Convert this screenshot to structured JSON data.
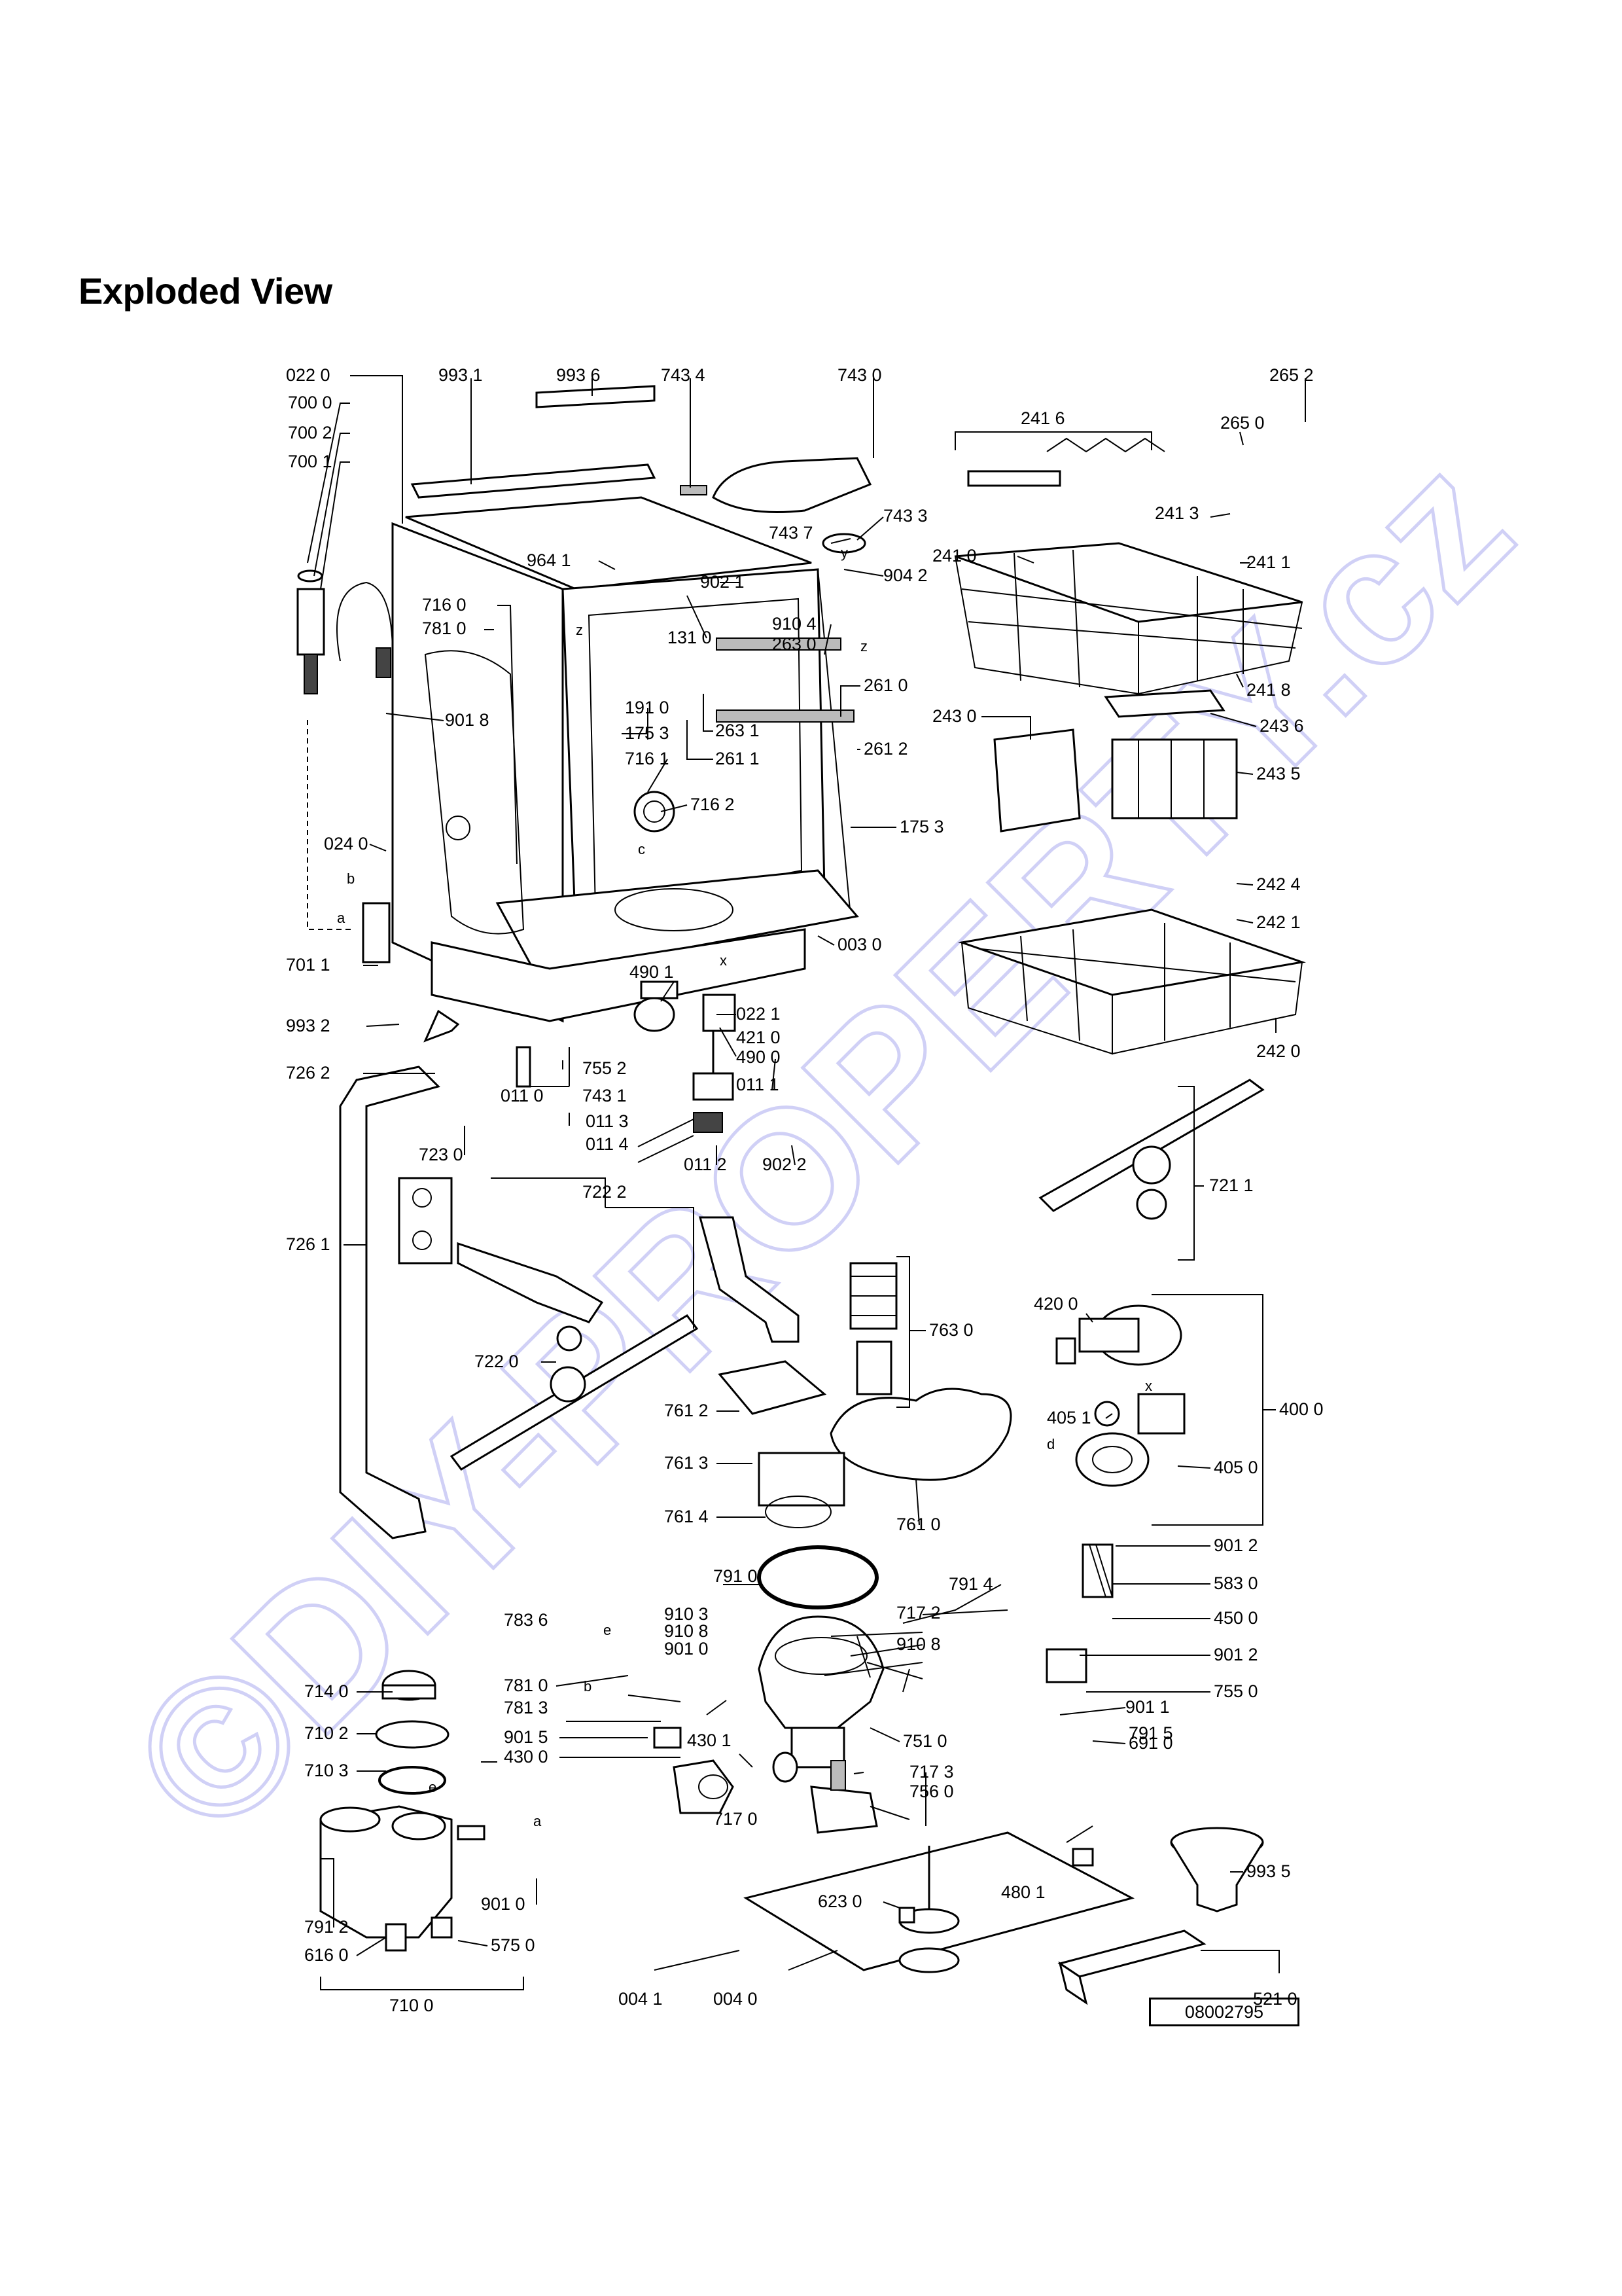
{
  "title": "Exploded View",
  "watermark": "©DIY-PROPERTY.cz",
  "reference_number": "08002795",
  "part_labels": [
    "022 0",
    "700 0",
    "700 2",
    "700 1",
    "993 1",
    "993 6",
    "743 4",
    "743 0",
    "743 7",
    "743 3",
    "964 1",
    "902 1",
    "904 2",
    "910 4",
    "263 0",
    "131 0",
    "716 0",
    "781 0",
    "901 8",
    "191 0",
    "175 3",
    "263 1",
    "261 1",
    "261 0",
    "261 2",
    "716 1",
    "716 2",
    "175 3",
    "024 0",
    "003 0",
    "701 1",
    "490 1",
    "022 1",
    "421 0",
    "490 0",
    "993 2",
    "755 2",
    "743 1",
    "011 1",
    "011 0",
    "726 2",
    "011 3",
    "011 4",
    "723 0",
    "011 2",
    "902 2",
    "722 2",
    "726 1",
    "722 0",
    "761 2",
    "761 3",
    "761 4",
    "763 0",
    "761 0",
    "420 0",
    "405 1",
    "405 0",
    "400 0",
    "901 2",
    "583 0",
    "450 0",
    "791 0",
    "791 4",
    "783 6",
    "910 3",
    "717 2",
    "910 8",
    "910 8",
    "901 0",
    "901 2",
    "755 0",
    "781 0",
    "781 3",
    "901 1",
    "714 0",
    "901 5",
    "430 1",
    "791 5",
    "710 2",
    "430 0",
    "751 0",
    "691 0",
    "710 3",
    "717 3",
    "756 0",
    "717 0",
    "901 0",
    "480 1",
    "791 2",
    "623 0",
    "993 5",
    "616 0",
    "575 0",
    "710 0",
    "004 1",
    "004 0",
    "521 0",
    "241 6",
    "265 2",
    "265 0",
    "241 3",
    "241 0",
    "241 1",
    "241 8",
    "243 0",
    "243 6",
    "243 5",
    "242 4",
    "242 1",
    "242 0",
    "721 1"
  ],
  "callout_letters": [
    "z",
    "z",
    "c",
    "x",
    "y",
    "b",
    "a",
    "b",
    "e",
    "e",
    "a",
    "d",
    "x"
  ]
}
